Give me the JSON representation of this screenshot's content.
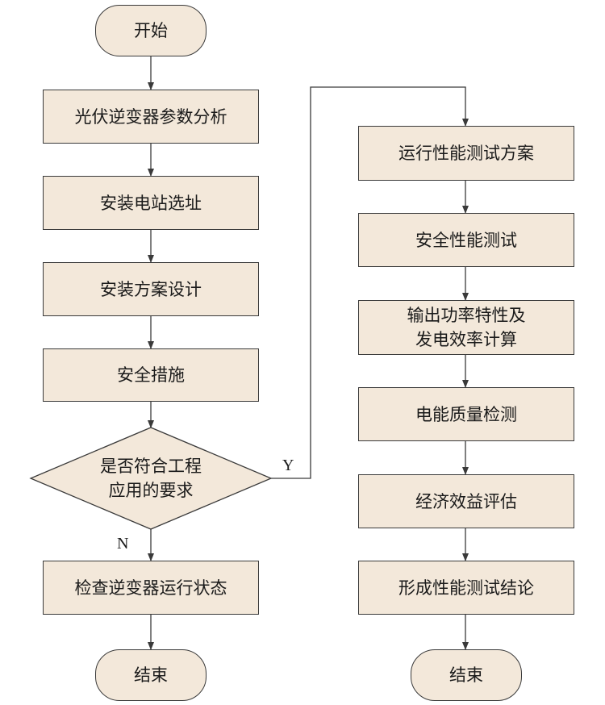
{
  "flowchart": {
    "start": "开始",
    "step1": "光伏逆变器参数分析",
    "step2": "安装电站选址",
    "step3": "安装方案设计",
    "step4": "安全措施",
    "decision": "是否符合工程\n应用的要求",
    "label_yes": "Y",
    "label_no": "N",
    "no_branch": {
      "check": "检查逆变器运行状态",
      "end": "结束"
    },
    "yes_branch": {
      "plan": "运行性能测试方案",
      "safety_test": "安全性能测试",
      "power_calc": "输出功率特性及\n发电效率计算",
      "quality": "电能质量检测",
      "economic": "经济效益评估",
      "conclusion": "形成性能测试结论",
      "end": "结束"
    }
  },
  "colors": {
    "node_fill": "#f3e8da",
    "stroke": "#3a3a3a"
  }
}
